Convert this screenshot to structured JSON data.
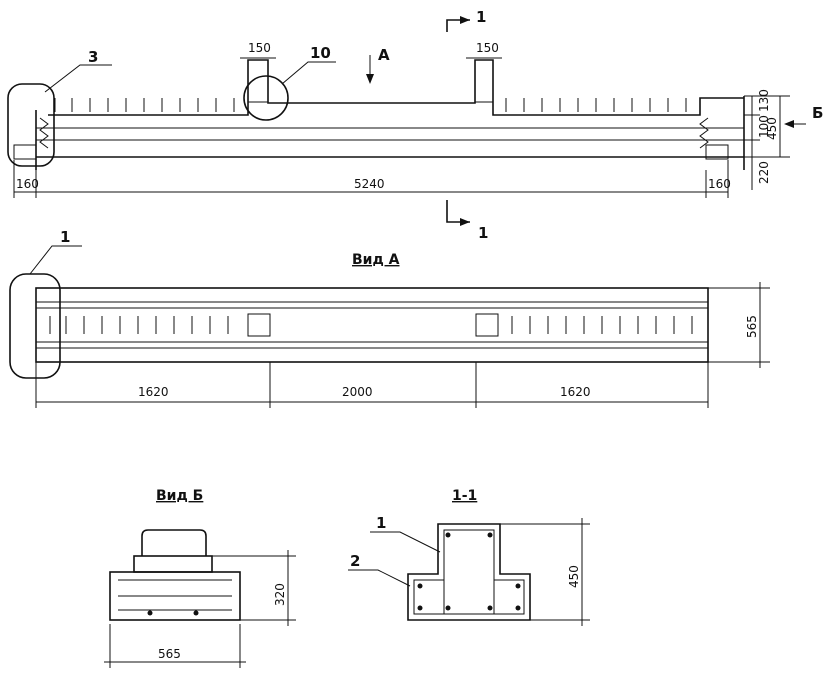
{
  "dimensions": {
    "top_w150_left": "150",
    "top_w150_right": "150",
    "end_left": "160",
    "total_length": "5240",
    "end_right": "160",
    "h130": "130",
    "h100": "100",
    "h450": "450",
    "h220": "220",
    "viewA_width": "565",
    "viewA_seg1": "1620",
    "viewA_seg2": "2000",
    "viewA_seg3": "1620",
    "viewB_height": "320",
    "viewB_width": "565",
    "section_height": "450"
  },
  "labels": {
    "section_mark_top": "1",
    "section_mark_bottom": "1",
    "callout_3": "3",
    "callout_10": "10",
    "view_arrow_A": "А",
    "view_arrow_B": "Б",
    "callout_1_viewA": "1",
    "callout_1_section": "1",
    "callout_2_section": "2"
  },
  "captions": {
    "view_a": "Вид А",
    "view_b": "Вид Б",
    "section": "1-1"
  },
  "style": {
    "line_color": "#111111",
    "paper_color": "#ffffff"
  }
}
